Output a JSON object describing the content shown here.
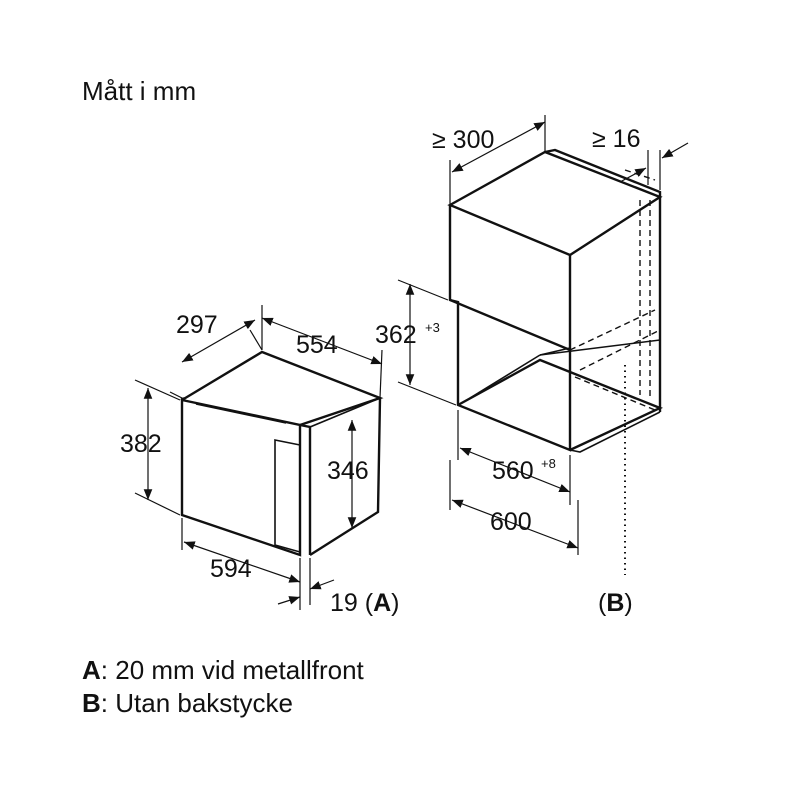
{
  "title": "Mått i mm",
  "device": {
    "depth": "297",
    "length": "554",
    "height": "382",
    "inner_height": "346",
    "width": "594",
    "front_offset": "19",
    "front_label": "A"
  },
  "niche": {
    "depth_min": "≥ 300",
    "gap_min": "≥ 16",
    "opening_height": "362",
    "opening_height_tol": "+3",
    "opening_width": "560",
    "opening_width_tol": "+8",
    "cabinet_width": "600",
    "back_label": "B"
  },
  "legend": [
    {
      "key": "A",
      "text": ": 20 mm vid metallfront"
    },
    {
      "key": "B",
      "text": ": Utan bakstycke"
    }
  ]
}
